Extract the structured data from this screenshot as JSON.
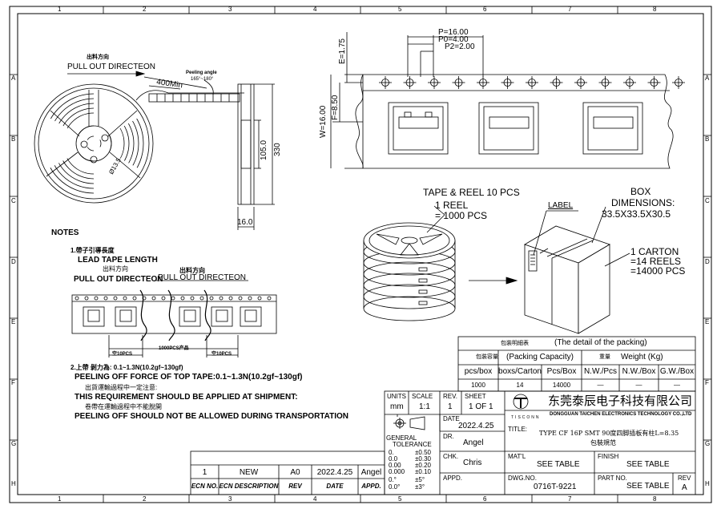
{
  "grid": {
    "columns": [
      "1",
      "2",
      "3",
      "4",
      "5",
      "6",
      "7",
      "8"
    ],
    "rows": [
      "A",
      "B",
      "C",
      "D",
      "E",
      "F",
      "G",
      "H"
    ]
  },
  "reel_view": {
    "cn_direction": "出料方向",
    "pull_out": "PULL OUT DIRECTEON",
    "peeling_angle": "Peeling angle",
    "peeling_angle_range": "165°~180°",
    "leader_length": "400Min",
    "hub_diameter": "Ø13.5"
  },
  "reel_side": {
    "dim_inner": "105.0",
    "dim_outer": "330",
    "dim_width": "16.0"
  },
  "tape_view": {
    "p": "P=16.00",
    "p0": "P0=4.00",
    "p2": "P2=2.00",
    "e": "E=1.75",
    "f": "F=8.50",
    "w": "W=16.00"
  },
  "packing": {
    "tape_reel_title": "TAPE & REEL 10 PCS",
    "reel_line1": "1  REEL",
    "reel_line2": "= 1000  PCS",
    "label": "LABEL",
    "box": "BOX",
    "box_dim_title": "DIMENSIONS:",
    "box_dim": "33.5X33.5X30.5",
    "carton_line1": "1  CARTON",
    "carton_line2": "=14  REELS",
    "carton_line3": "=14000  PCS"
  },
  "notes": {
    "title": "NOTES",
    "n1_cn": "1.帶子引導長度",
    "n1_en": "LEAD TAPE LENGTH",
    "n1_dir_cn": "出料方向",
    "n1_pull": "PULL OUT DIRECTEON",
    "n1_pull2": "PULL OUT DIRECTEON",
    "n1_dir_cn2": "出料方向",
    "empty_left": "空10PCS",
    "full": "1000PCS产品",
    "empty_right": "空10PCS",
    "n2_cn": "2.上帶 剝力為: 0.1~1.3N(10.2gf~130gf)",
    "n2_en": "PEELING OFF FORCE OF TOP TAPE:0.1~1.3N(10.2gf~130gf)",
    "n2_cn_b": "出貨運輸過程中一定注意:",
    "n2_req": "THIS REQUIREMENT SHOULD BE APPLIED AT SHIPMENT:",
    "n2_cn_c": "卷帶在運輸過程中不能脫開",
    "n2_trans": "PEELING OFF SHOULD NOT BE ALLOWED DURING TRANSPORTATION"
  },
  "packing_table": {
    "title_cn": "包裝明細表",
    "title_en": "(The detail of the packing)",
    "cap_cn": "包裝容量",
    "cap_en": "(Packing Capacity)",
    "weight_cn": "重量",
    "weight_en": "Weight (Kg)",
    "headers": [
      "pcs/box",
      "boxs/Carton",
      "Pcs/Box",
      "N.W./Pcs",
      "N.W./Box",
      "G.W./Box"
    ],
    "values": [
      "1000",
      "14",
      "14000",
      "—",
      "—",
      "—"
    ]
  },
  "revision": {
    "row": [
      "1",
      "NEW",
      "A0",
      "2022.4.25",
      "Angel"
    ],
    "headers": [
      "ECN NO.",
      "ECN DESCRIPTION",
      "REV",
      "DATE",
      "APPD."
    ]
  },
  "title_block": {
    "units_label": "UNITS",
    "units_value": "mm",
    "scale_label": "SCALE",
    "scale_value": "1:1",
    "rev_label": "REV.",
    "rev_value": "1",
    "sheet_label": "SHEET",
    "sheet_value": "1 OF 1",
    "date_label": "DATE",
    "date_value": "2022.4.25",
    "dr_label": "DR.",
    "dr_value": "Angel",
    "chk_label": "CHK.",
    "chk_value": "Chris",
    "appd_label": "APPD.",
    "tol_title1": "GENERAL",
    "tol_title2": "TOLERANCE",
    "tol": [
      [
        "0.",
        "±0.50"
      ],
      [
        "0.0",
        "±0.30"
      ],
      [
        "0.00",
        "±0.20"
      ],
      [
        "0.000",
        "±0.10"
      ],
      [
        "0.°",
        "±5°"
      ],
      [
        "0.0°",
        "±3°"
      ]
    ],
    "company_cn": "东莞泰辰电子科技有限公司",
    "company_en": "DONGGUAN TAICHEN ELECTRONICS TECHNOLOGY CO.,LTD",
    "logo_text": "TISCONN",
    "title_label": "TITLE:",
    "title_line1": "TYPE CF 16P SMT 90度四脚插板有柱L=8.35",
    "title_line2": "包裝規范",
    "matl_label": "MAT'L",
    "matl_value": "SEE TABLE",
    "finish_label": "FINISH",
    "finish_value": "SEE TABLE",
    "dwg_label": "DWG.NO.",
    "dwg_value": "0716T-9221",
    "part_label": "PART NO.",
    "part_value": "SEE TABLE",
    "rev2_label": "REV",
    "rev2_value": "A"
  }
}
